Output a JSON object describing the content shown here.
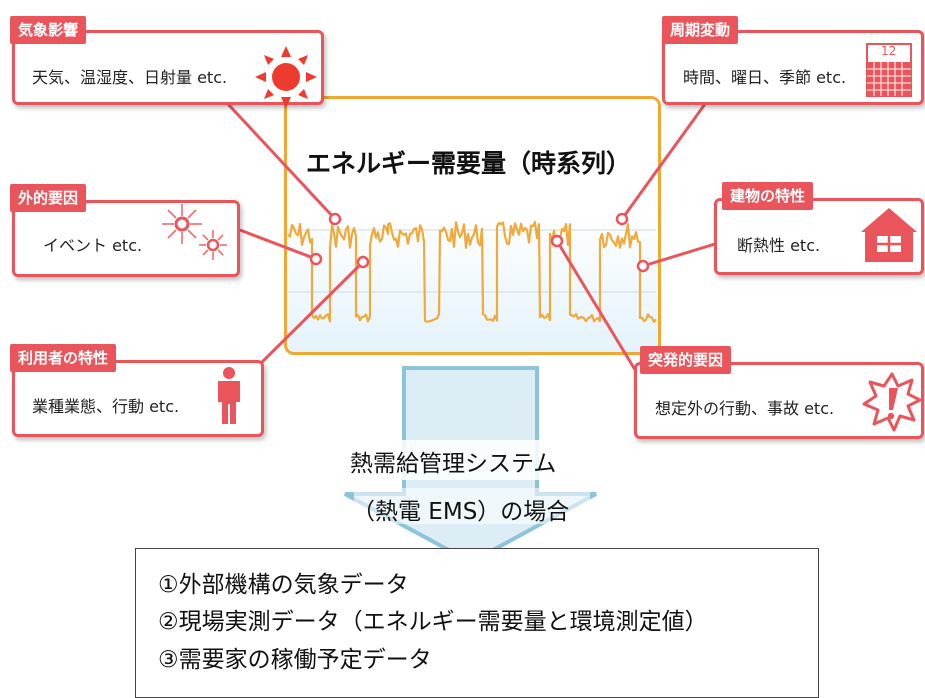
{
  "chart": {
    "title": "エネルギー需要量（時系列）"
  },
  "factors": [
    {
      "tag": "気象影響",
      "text": "天気、温湿度、日射量 etc.",
      "icon": "sun-icon"
    },
    {
      "tag": "周期変動",
      "text": "時間、曜日、季節 etc.",
      "icon": "calendar-icon",
      "icon_text": "12"
    },
    {
      "tag": "外的要因",
      "text": "イベント etc.",
      "icon": "fireworks-icon"
    },
    {
      "tag": "建物の特性",
      "text": "断熱性 etc.",
      "icon": "house-icon"
    },
    {
      "tag": "利用者の特性",
      "text": "業種業態、行動 etc.",
      "icon": "person-icon"
    },
    {
      "tag": "突発的要因",
      "text": "想定外の行動、事故 etc.",
      "icon": "alert-burst-icon"
    }
  ],
  "ems": {
    "line1": "熱需給管理システム",
    "line2": "（熱電 EMS）の場合"
  },
  "data_sources": [
    "①外部機構の気象データ",
    "②現場実測データ（エネルギー需要量と環境測定値）",
    "③需要家の稼働予定データ"
  ],
  "colors": {
    "accent_red": "#e9555b",
    "chart_border": "#f0a830",
    "series_line": "#f2a93b",
    "arrow_fill": "#dcedf6",
    "arrow_border": "#8cc4dc"
  }
}
